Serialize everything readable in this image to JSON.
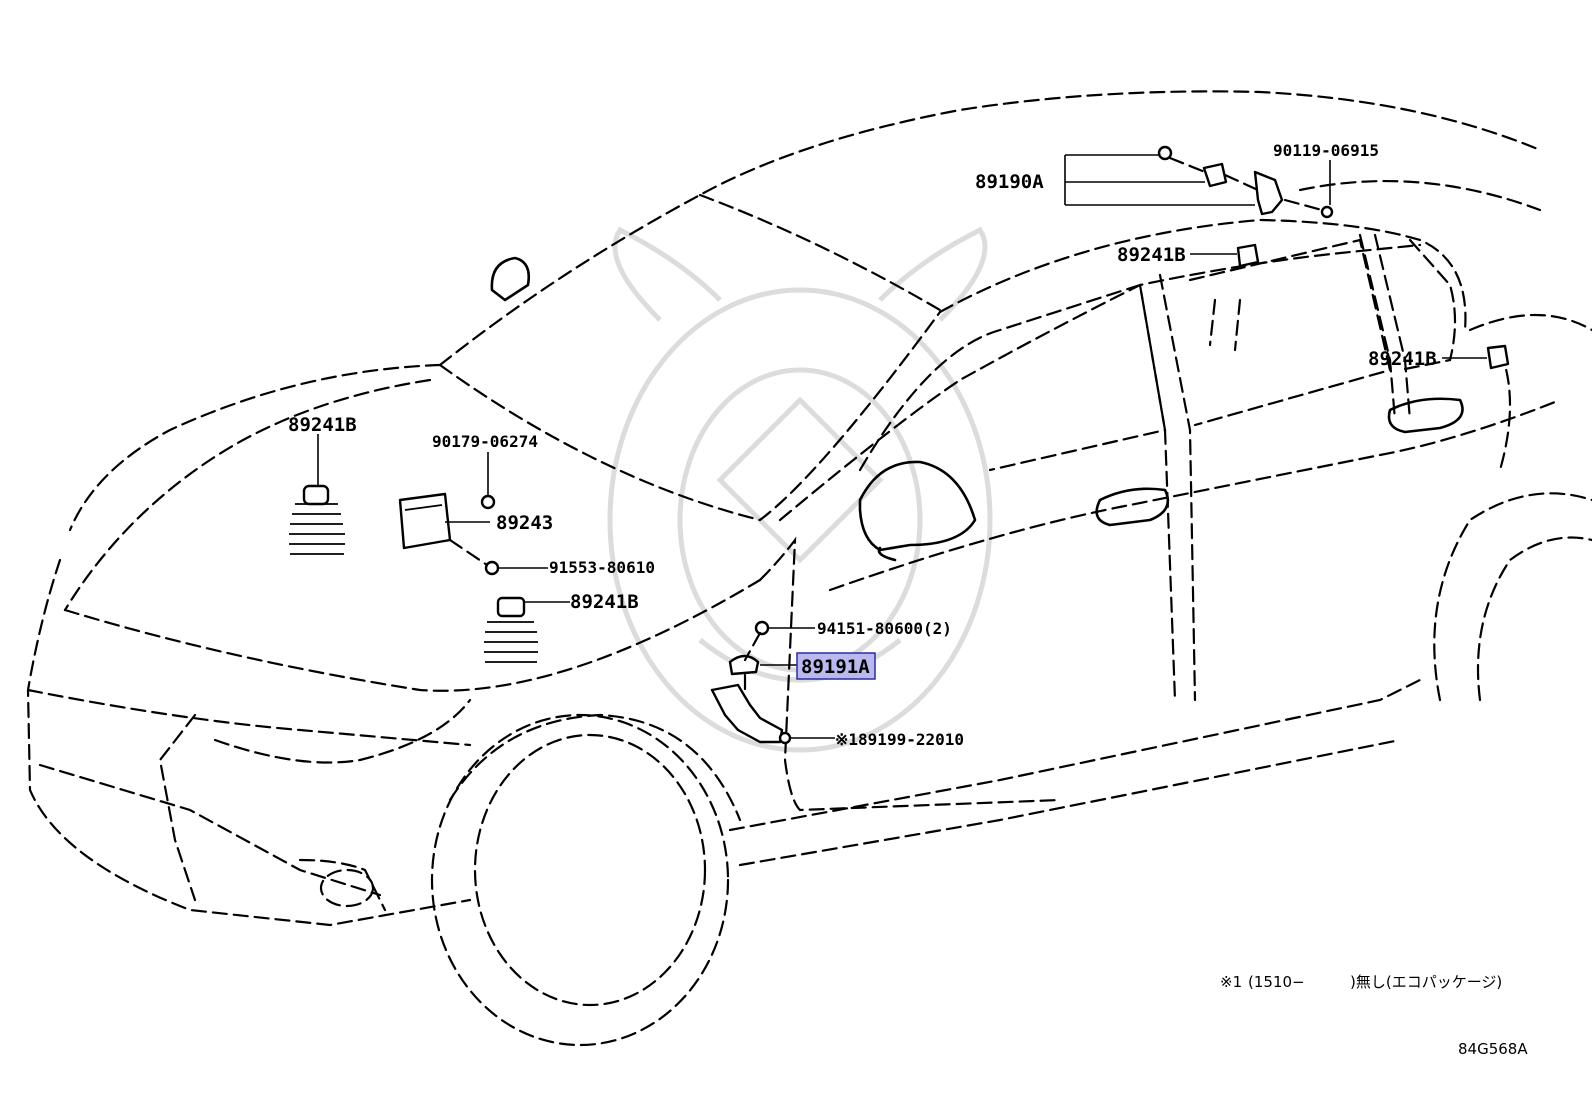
{
  "labels": {
    "p89190A": "89190A",
    "p90119_06915": "90119-06915",
    "p89241B_roof": "89241B",
    "p89241B_rear": "89241B",
    "p89241B_hood": "89241B",
    "p90179_06274": "90179-06274",
    "p89243": "89243",
    "p91553_80610": "91553-80610",
    "p89241B_front": "89241B",
    "p94151_80600": "94151-80600(2)",
    "p89191A": "89191A",
    "p189199_22010": "※189199-22010"
  },
  "highlighted_part": "89191A",
  "highlight_color": "#b9b9ef",
  "footnote": {
    "mark": "※1",
    "range_start": "(1510−",
    "range_end": ")無し(エコパッケージ)"
  },
  "diagram_code": "84G568A"
}
